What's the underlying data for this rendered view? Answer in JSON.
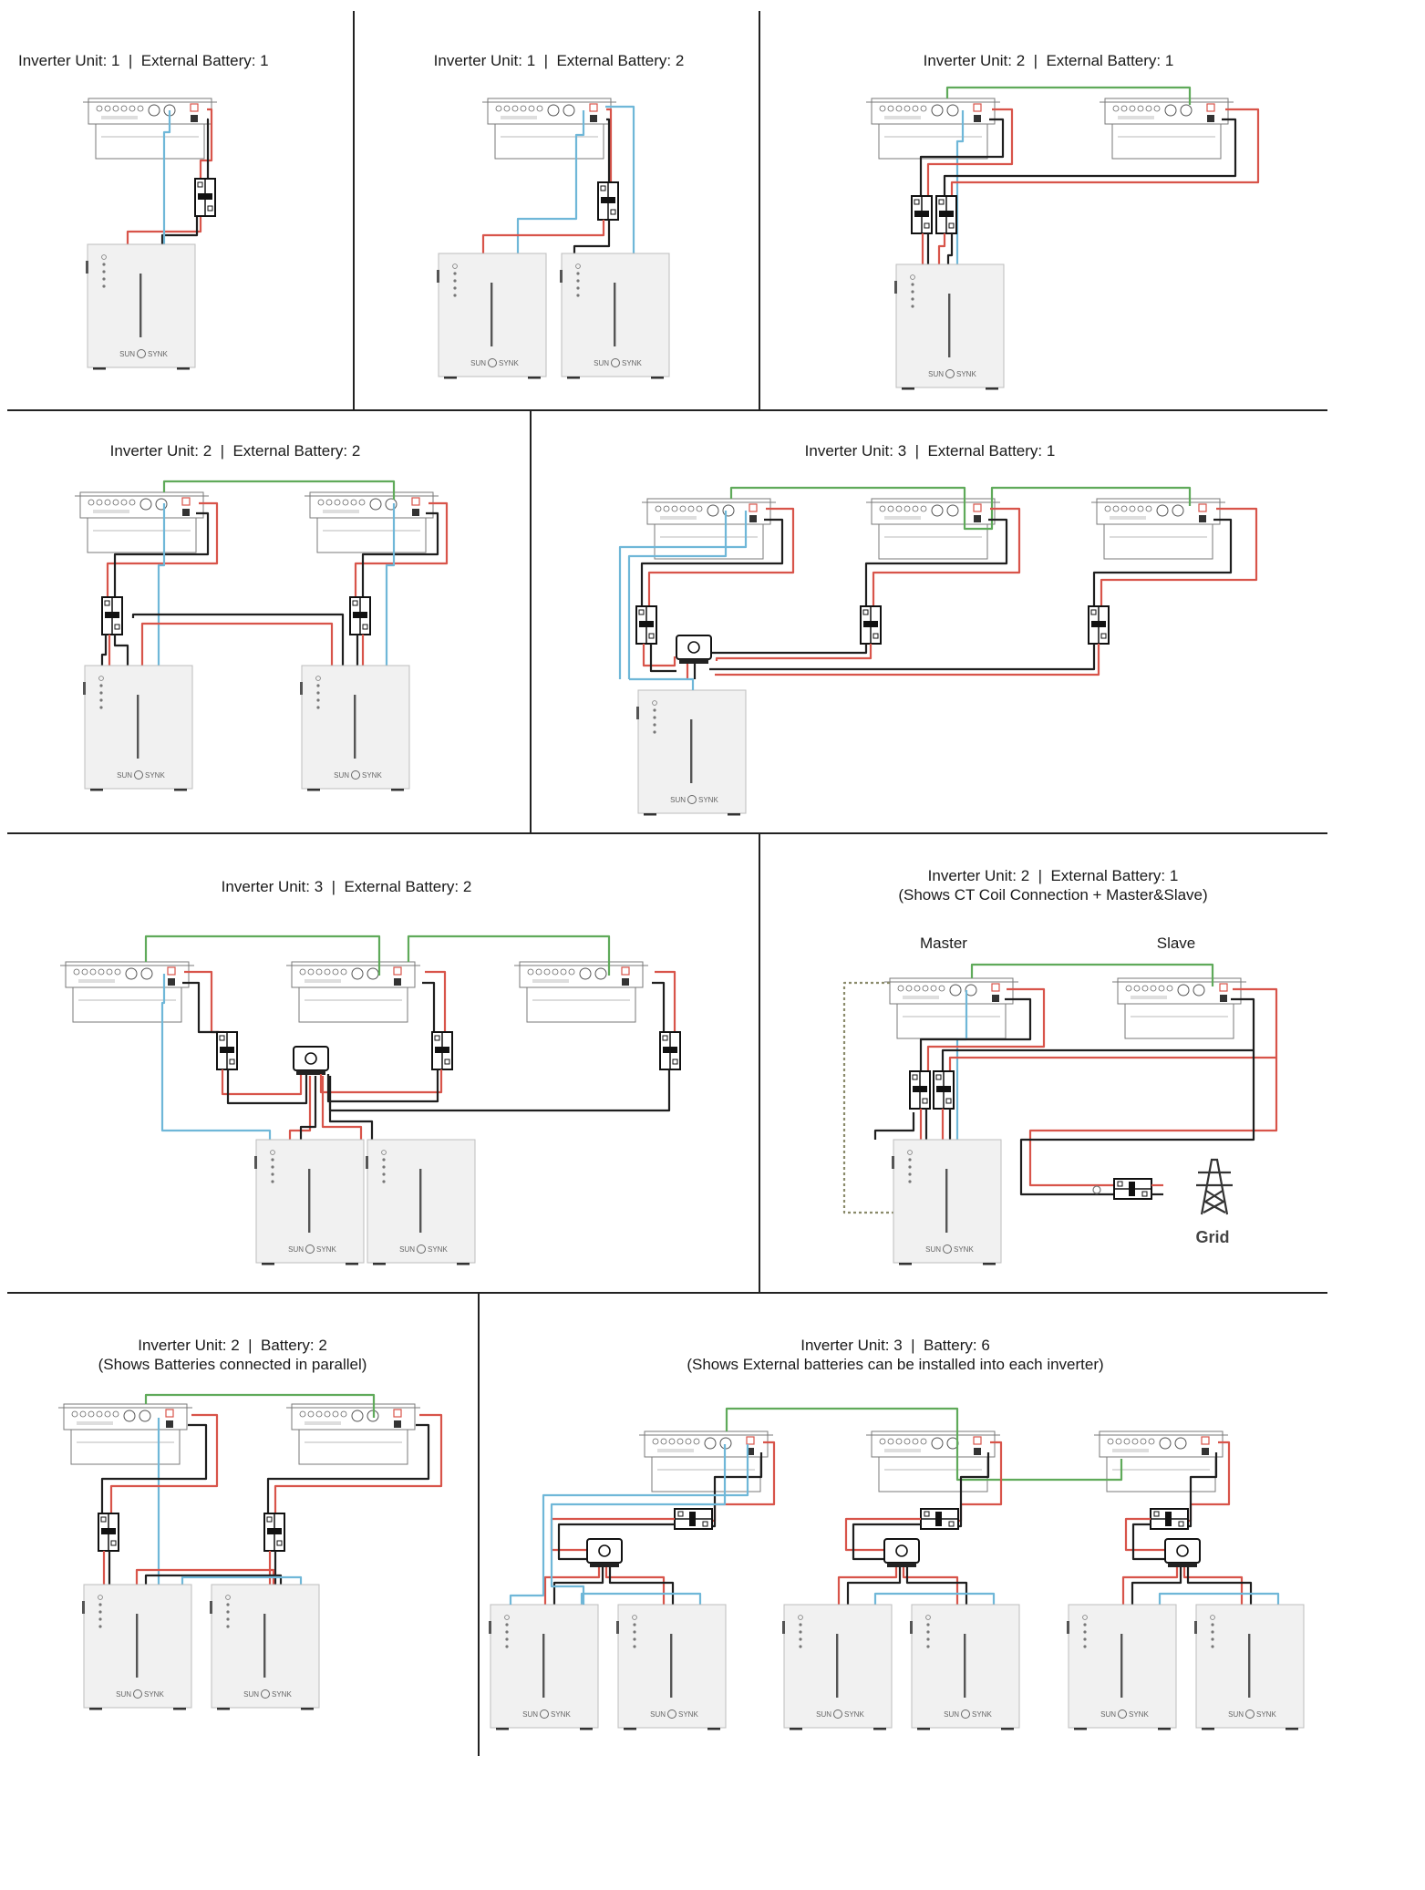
{
  "brand": {
    "left": "SUN",
    "right": "SYNK"
  },
  "colors": {
    "red": "#d8544a",
    "black": "#1f1f1f",
    "blue": "#6fb7d8",
    "green": "#5faa5a",
    "dotted": "#8a8a6a",
    "panel": "#f1f1f1",
    "outline": "#7a7a7a"
  },
  "panels": [
    {
      "title": "Inverter Unit: 1  |  External Battery: 1"
    },
    {
      "title": "Inverter Unit: 1  |  External Battery: 2"
    },
    {
      "title": "Inverter Unit: 2  |  External Battery: 1"
    },
    {
      "title": "Inverter Unit: 2  |  External Battery: 2"
    },
    {
      "title": "Inverter Unit: 3  |  External Battery: 1"
    },
    {
      "title": "Inverter Unit: 3  |  External Battery: 2"
    },
    {
      "title": "Inverter Unit: 2  |  External Battery: 1",
      "subtitle": "(Shows CT Coil Connection + Master&Slave)",
      "master_label": "Master",
      "slave_label": "Slave",
      "grid_label": "Grid"
    },
    {
      "title": "Inverter Unit: 2  |  Battery: 2",
      "subtitle": "(Shows Batteries connected in parallel)"
    },
    {
      "title": "Inverter Unit: 3  |  Battery: 6",
      "subtitle": "(Shows External batteries can be installed into each inverter)"
    }
  ]
}
